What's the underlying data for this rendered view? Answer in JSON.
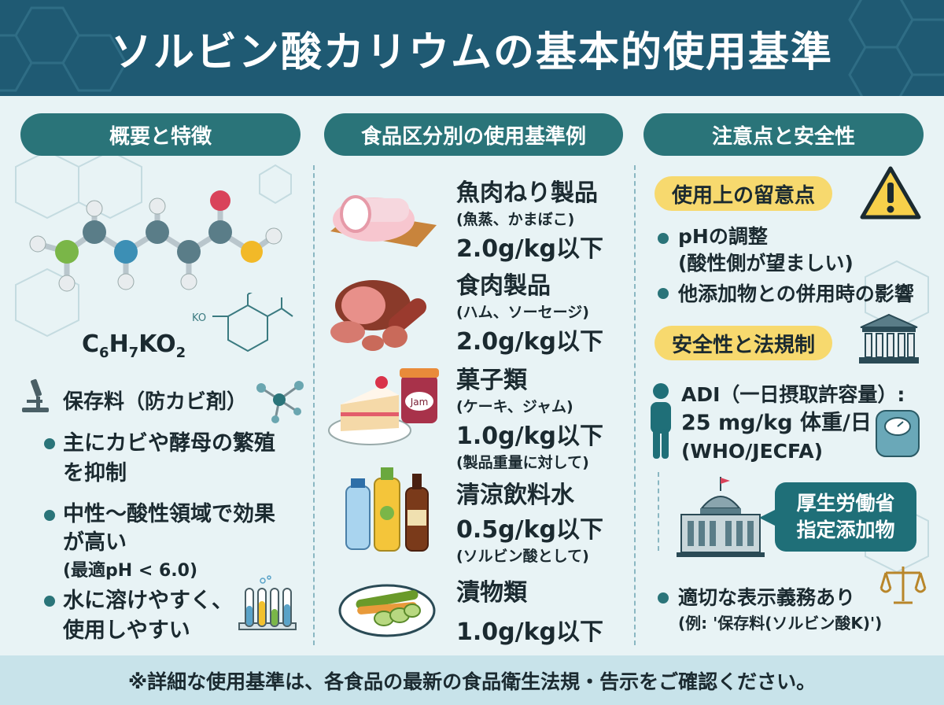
{
  "title": "ソルビン酸カリウムの基本的使用基準",
  "colors": {
    "header": "#1f5a73",
    "pill": "#2a7479",
    "accent_yellow": "#f7d96e",
    "background": "#e8f3f5",
    "footer": "#c8e3ea"
  },
  "left": {
    "heading": "概要と特徴",
    "formula_prefix": "C",
    "formula": [
      "C",
      "6",
      "H",
      "7",
      "KO",
      "2"
    ],
    "structure_label": "KO",
    "category": "保存料（防カビ剤）",
    "bullets": [
      {
        "lines": [
          "主にカビや酵母の繁殖",
          "を抑制"
        ]
      },
      {
        "lines": [
          "中性〜酸性領域で効果",
          "が高い"
        ],
        "note": "(最適pH < 6.0)"
      },
      {
        "lines": [
          "水に溶けやすく、",
          "使用しやすい"
        ]
      }
    ],
    "icons": [
      "microscope-icon",
      "molecule-icon",
      "test-tubes-icon"
    ]
  },
  "middle": {
    "heading": "食品区分別の使用基準例",
    "foods": [
      {
        "name": "魚肉ねり製品",
        "sub": "(魚蒸、かまぼこ)",
        "limit": "2.0g/kg以下",
        "note": "",
        "icon": "kamaboko-icon"
      },
      {
        "name": "食肉製品",
        "sub": "(ハム、ソーセージ)",
        "limit": "2.0g/kg以下",
        "note": "",
        "icon": "ham-sausage-icon"
      },
      {
        "name": "菓子類",
        "sub": "(ケーキ、ジャム)",
        "limit": "1.0g/kg以下",
        "note": "(製品重量に対して)",
        "icon": "cake-jam-icon"
      },
      {
        "name": "清涼飲料水",
        "sub": "",
        "limit": "0.5g/kg以下",
        "note": "(ソルビン酸として)",
        "icon": "drinks-icon"
      },
      {
        "name": "漬物類",
        "sub": "",
        "limit": "1.0g/kg以下",
        "note": "",
        "icon": "pickles-icon"
      }
    ],
    "jam_label": "Jam"
  },
  "right": {
    "heading": "注意点と安全性",
    "usage_badge": "使用上の留意点",
    "usage_bullets": [
      {
        "lines": [
          "pHの調整",
          "(酸性側が望ましい)"
        ]
      },
      {
        "lines": [
          "他添加物との併用時の影響"
        ]
      }
    ],
    "safety_badge": "安全性と法規制",
    "adi": [
      "ADI（一日摂取許容量）:",
      "25 mg/kg 体重/日",
      "(WHO/JECFA)"
    ],
    "mhlw": [
      "厚生労働省",
      "指定添加物"
    ],
    "label_bullet": "適切な表示義務あり",
    "label_example": "(例: '保存料(ソルビン酸K)')",
    "icons": [
      "warning-icon",
      "government-building-icon",
      "person-icon",
      "scale-icon",
      "ministry-building-icon",
      "justice-scale-icon"
    ]
  },
  "footer": "※詳細な使用基準は、各食品の最新の食品衛生法規・告示をご確認ください。"
}
